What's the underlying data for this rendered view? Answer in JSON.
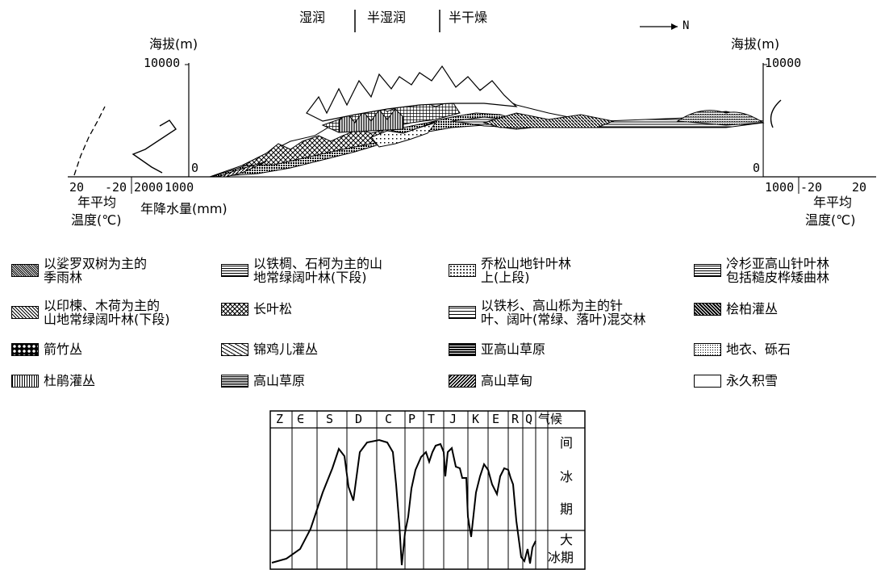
{
  "header": {
    "zones": [
      "湿润",
      "半湿润",
      "半干燥"
    ],
    "north": "N"
  },
  "left_axis": {
    "title": "海拔(m)",
    "top": "10000",
    "zero": "0",
    "temp_ticks": [
      "20",
      "-20"
    ],
    "precip_ticks": [
      "2000",
      "1000"
    ],
    "temp_label_1": "年平均",
    "temp_label_2": "温度(℃)",
    "precip_label": "年降水量(mm)"
  },
  "right_axis": {
    "title": "海拔(m)",
    "top": "10000",
    "zero": "0",
    "precip_tick": "1000",
    "temp_ticks": [
      "-20",
      "20"
    ],
    "temp_label_1": "年平均",
    "temp_label_2": "温度(℃)"
  },
  "legend": [
    {
      "text": "以娑罗双树为主的\n季雨林",
      "pattern": "dense-dots"
    },
    {
      "text": "以铁椆、石柯为主的山\n地常绿阔叶林(下段)",
      "pattern": "grid"
    },
    {
      "text": "乔松山地针叶林\n上(上段)",
      "pattern": "dots"
    },
    {
      "text": "冷杉亚高山针叶林\n包括糙皮桦矮曲林",
      "pattern": "hlines"
    },
    {
      "text": "以印楝、木荷为主的\n山地常绿阔叶林(下段)",
      "pattern": "diag"
    },
    {
      "text": "长叶松",
      "pattern": "cross"
    },
    {
      "text": "以铁杉、高山栎为主的针\n叶、阔叶(常绿、落叶)混交林",
      "pattern": "bricks"
    },
    {
      "text": "桧柏灌丛",
      "pattern": "dark-cross"
    },
    {
      "text": "箭竹丛",
      "pattern": "bamboo"
    },
    {
      "text": "锦鸡儿灌丛",
      "pattern": "zigzag"
    },
    {
      "text": "亚高山草原",
      "pattern": "dark-check"
    },
    {
      "text": "地衣、砾石",
      "pattern": "speckle"
    },
    {
      "text": "杜鹃灌丛",
      "pattern": "vlines"
    },
    {
      "text": "高山草原",
      "pattern": "fine-hatch"
    },
    {
      "text": "高山草甸",
      "pattern": "backdiag"
    },
    {
      "text": "永久积雪",
      "pattern": "blank"
    }
  ],
  "climate_table": {
    "headers": [
      "Z",
      "∈",
      "S",
      "D",
      "C",
      "P",
      "T",
      "J",
      "K",
      "E",
      "R",
      "Q",
      "气候"
    ],
    "interglacial": [
      "间",
      "冰",
      "期"
    ],
    "glacial": [
      "大",
      "冰期"
    ]
  }
}
